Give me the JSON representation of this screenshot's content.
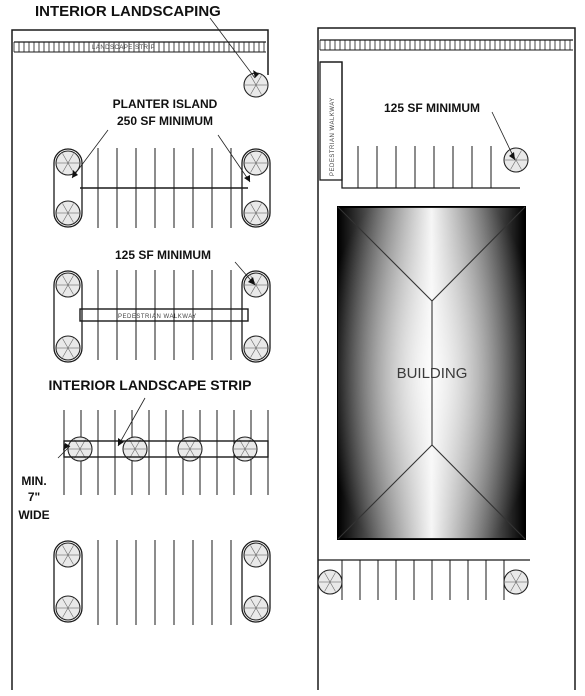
{
  "labels": {
    "interior_landscaping": "INTERIOR LANDSCAPING",
    "planter_island_line1": "PLANTER ISLAND",
    "planter_island_line2": "250 SF MINIMUM",
    "min_125_left": "125 SF MINIMUM",
    "min_125_right": "125 SF MINIMUM",
    "interior_landscape_strip": "INTERIOR LANDSCAPE STRIP",
    "min_wide_line1": "MIN.",
    "min_wide_line2": "7\"",
    "min_wide_line3": "WIDE",
    "building": "BUILDING",
    "pedestrian_walkway": "PEDESTRIAN WALKWAY",
    "pedestrian_walkway_vertical": "PEDESTRIAN WALKWAY",
    "landscape_strip_top": "LANDSCAPE STRIP"
  },
  "colors": {
    "line": "#1a1a1a",
    "building_dark": "#000000",
    "building_light": "#f4f4f4"
  }
}
